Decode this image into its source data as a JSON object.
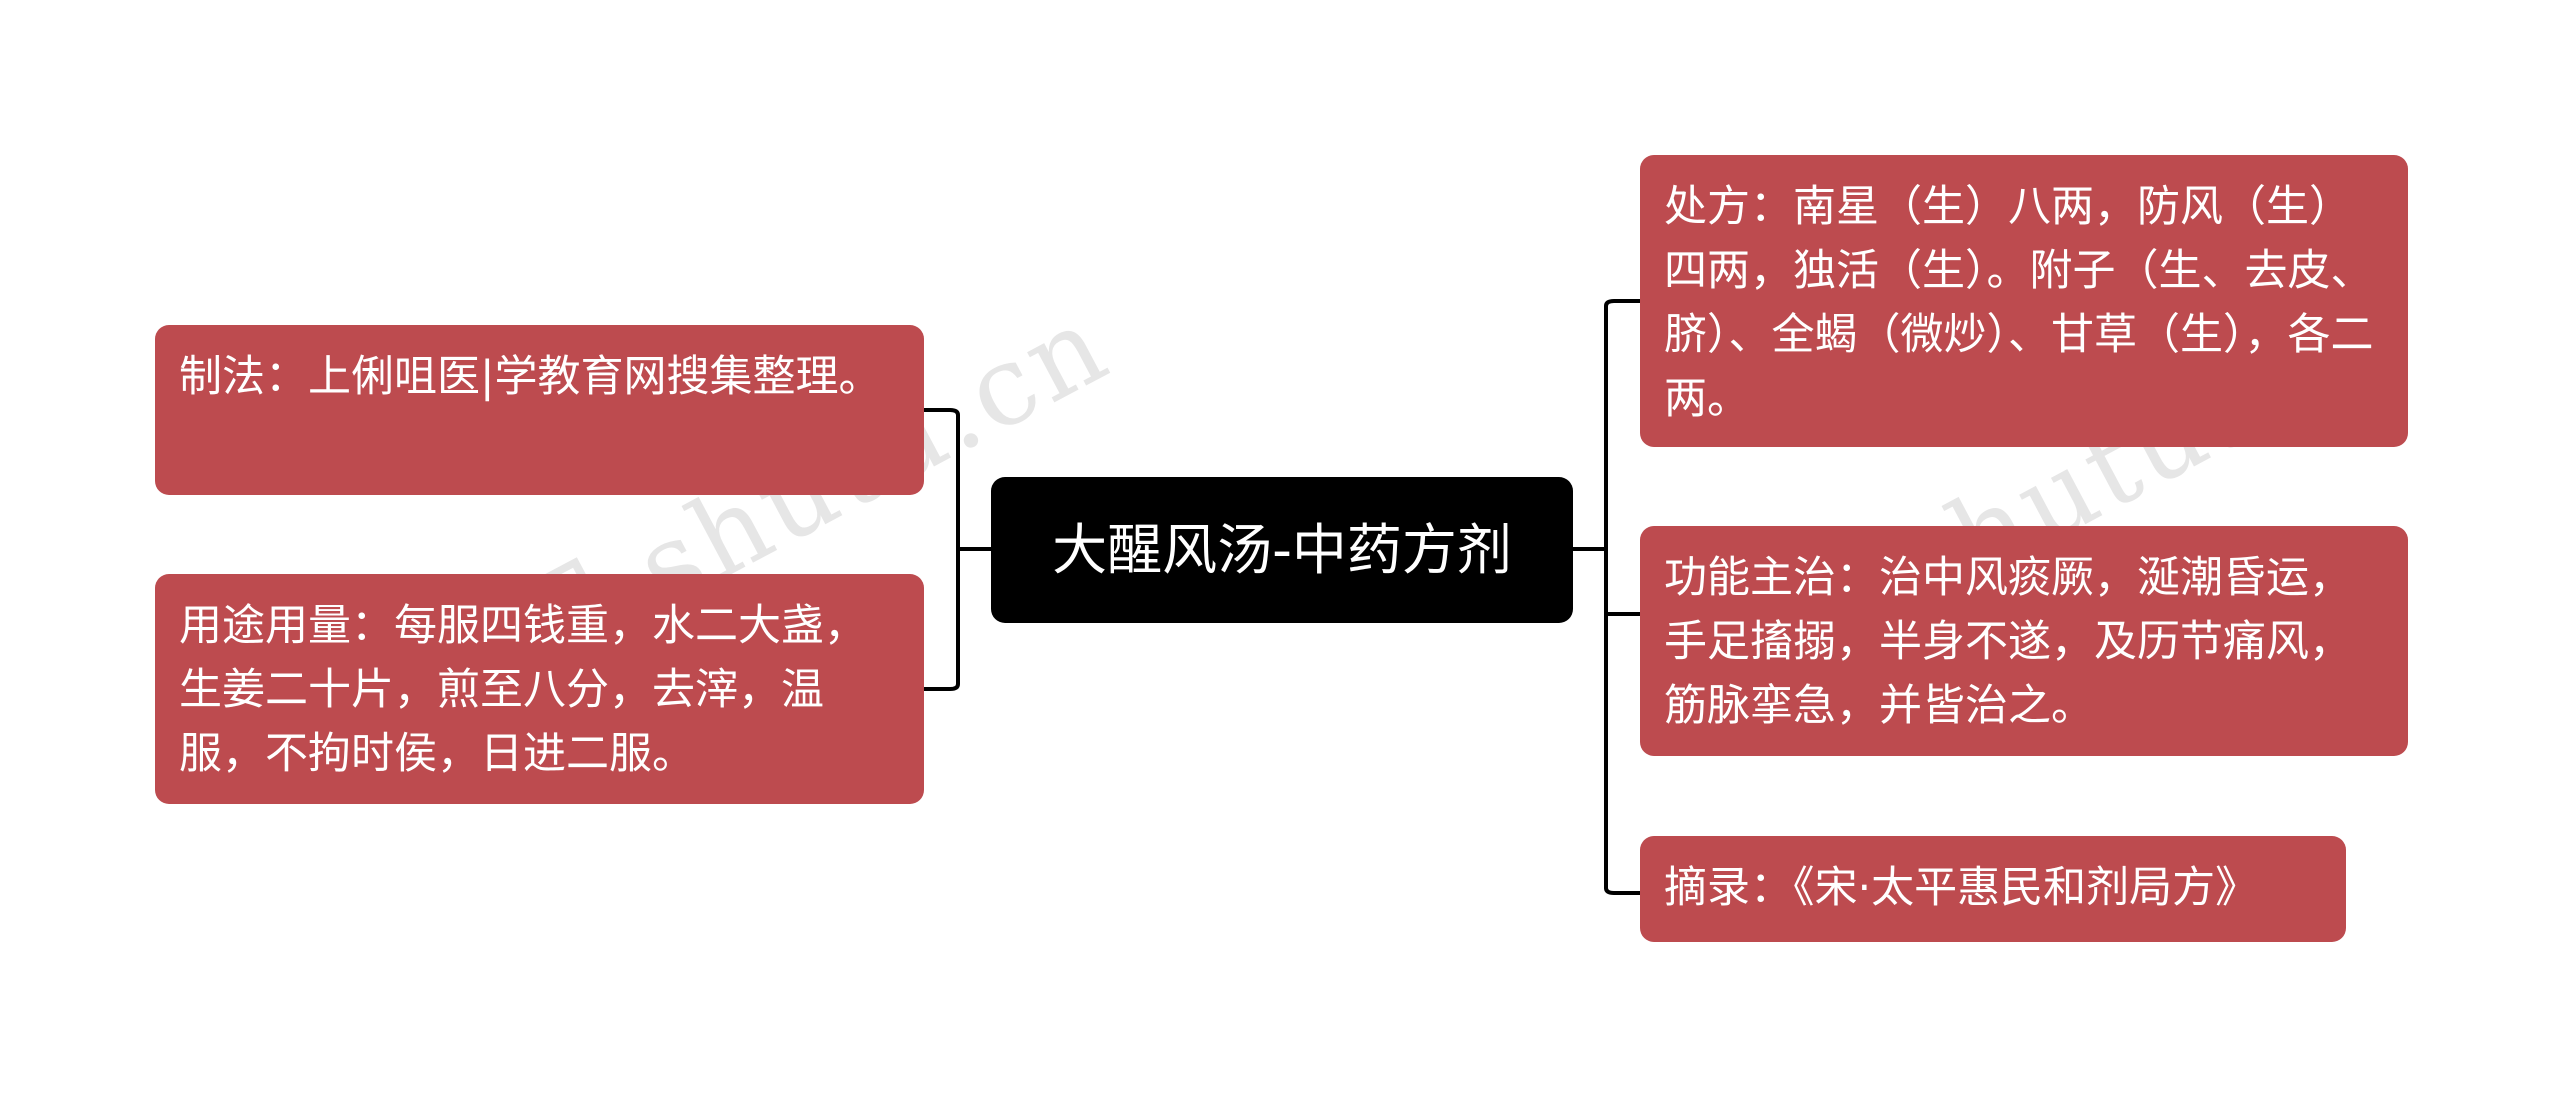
{
  "colors": {
    "root_bg": "#000000",
    "node_bg": "#bd4b4f",
    "line": "#000000",
    "text": "#ffffff"
  },
  "root": {
    "label": "大醒风汤-中药方剂"
  },
  "left": [
    {
      "label": "制法：上俐咀医|学教育网搜集整理。"
    },
    {
      "label": "用途用量：每服四钱重，水二大盏，生姜二十片，煎至八分，去滓，温服，不拘时侯，日进二服。"
    }
  ],
  "right": [
    {
      "label": "处方：南星（生）八两，防风（生）四两，独活（生）。附子（生、去皮、脐）、全蝎（微炒）、甘草（生），各二两。"
    },
    {
      "label": "功能主治：治中风痰厥，涎潮昏运，手足搐搦，半身不遂，及历节痛风，筋脉挛急，并皆治之。"
    },
    {
      "label": "摘录：《宋·太平惠民和剂局方》"
    }
  ],
  "watermark": {
    "text_1": "树图 shutu.cn",
    "text_2": "树图 shutu.cn"
  }
}
